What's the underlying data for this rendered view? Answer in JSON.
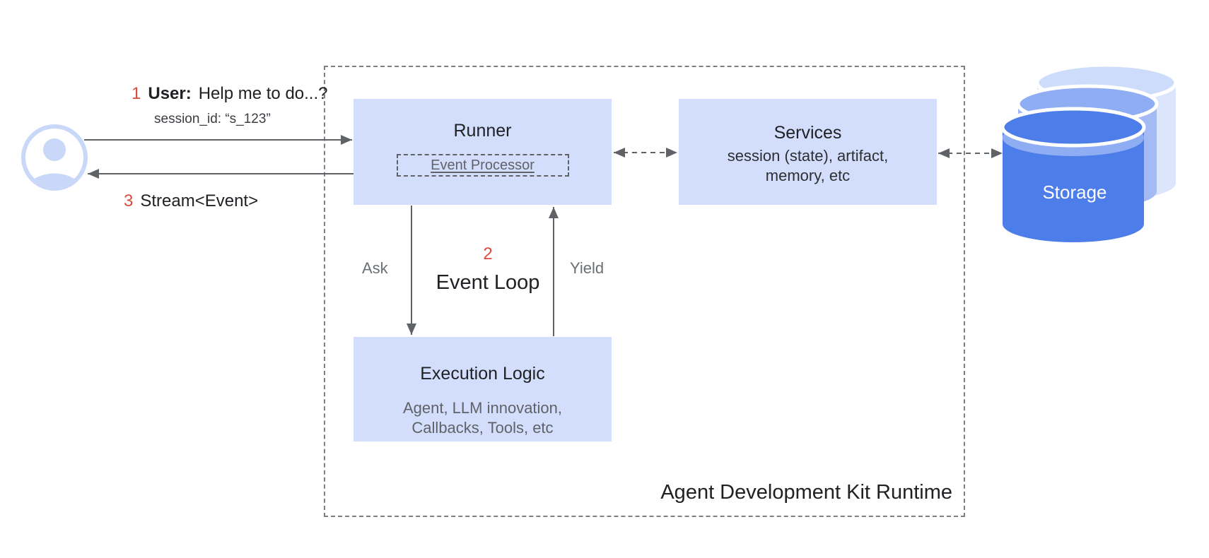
{
  "diagram_title": "Agent Development Kit Runtime",
  "user_flow": {
    "step1": {
      "number": "1",
      "speaker": "User:",
      "message": "Help me to do...?"
    },
    "session_line": "session_id: “s_123”",
    "step3": {
      "number": "3",
      "message": "Stream<Event>"
    }
  },
  "runner": {
    "title": "Runner",
    "event_processor": "Event Processor"
  },
  "services": {
    "title": "Services",
    "description_line1": "session (state), artifact,",
    "description_line2": "memory, etc"
  },
  "execution_logic": {
    "title": "Execution Logic",
    "description_line1": "Agent, LLM innovation,",
    "description_line2": "Callbacks, Tools, etc"
  },
  "event_loop": {
    "number": "2",
    "title": "Event Loop",
    "ask_label": "Ask",
    "yield_label": "Yield"
  },
  "storage": {
    "label": "Storage"
  },
  "icons": {
    "user": "person-avatar-icon",
    "storage": "database-cylinders-icon"
  },
  "colors": {
    "node_box_fill": "#d2defb",
    "accent_red": "#dd4b3e",
    "arrow_gray": "#5f6368",
    "boundary_gray": "#7b8086",
    "title_text": "#202124",
    "muted_text": "#5f6368",
    "user_icon_blue": "#c9d8f8",
    "storage_front_blue": "#4d7de9",
    "storage_middle_blue": "#8fadf2",
    "storage_back_blue": "#cedcfb",
    "storage_label_text": "#ffffff"
  }
}
